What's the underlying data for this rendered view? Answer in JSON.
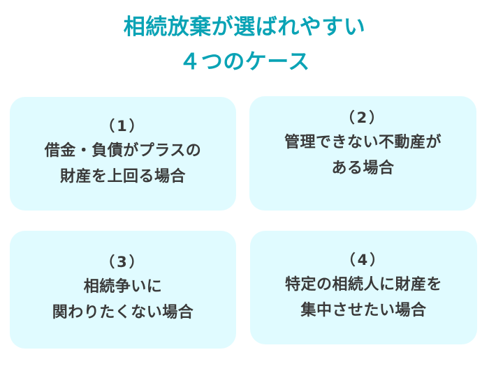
{
  "title": {
    "line1": "相続放棄が選ばれやすい",
    "line2": "４つのケース",
    "color": "#0aa3b5"
  },
  "cards": [
    {
      "number": "（1）",
      "lines": [
        "借金・負債がプラスの",
        "財産を上回る場合"
      ]
    },
    {
      "number": "（2）",
      "lines": [
        "管理できない不動産が",
        "ある場合"
      ]
    },
    {
      "number": "（3）",
      "lines": [
        "相続争いに",
        "関わりたくない場合"
      ]
    },
    {
      "number": "（4）",
      "lines": [
        "特定の相続人に財産を",
        "集中させたい場合"
      ]
    }
  ],
  "colors": {
    "card_background": "#e0fbff",
    "card_text": "#3a3a3a"
  }
}
